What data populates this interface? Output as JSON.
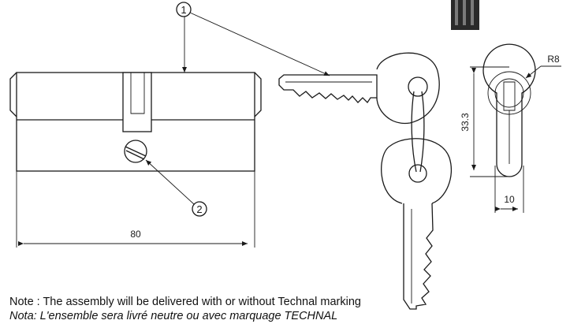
{
  "callouts": {
    "one": "1",
    "two": "2"
  },
  "dimensions": {
    "length": "80",
    "height": "33.3",
    "width": "10",
    "radius": "R8"
  },
  "notes": {
    "english": "Note : The assembly will be delivered with or without Technal marking",
    "french": "Nota: L'ensemble sera livré neutre ou avec marquage TECHNAL"
  },
  "colors": {
    "line": "#1a1a1a",
    "background": "#ffffff"
  }
}
